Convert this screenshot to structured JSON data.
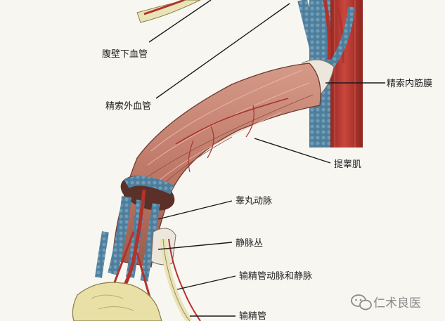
{
  "labels": {
    "inferior_epigastric_vessels": "腹壁下血管",
    "external_spermatic_vessels": "精索外血管",
    "internal_spermatic_fascia": "精索内筋膜",
    "cremaster_muscle": "提睾肌",
    "testicular_artery": "睾丸动脉",
    "venous_plexus": "静脉丛",
    "ductus_deferens_artery_vein": "输精管动脉和静脉",
    "ductus_deferens": "输精管"
  },
  "watermark": {
    "text": "仁术良医",
    "icon": "wechat-icon"
  },
  "colors": {
    "background": "#f7f6f1",
    "muscle": "#c07a6a",
    "muscle_dark": "#8f4d40",
    "artery": "#b3322a",
    "vein": "#3f6f8e",
    "fascia": "#ece6dc",
    "duct": "#e9e3b8",
    "testis": "#e8e0a6"
  }
}
